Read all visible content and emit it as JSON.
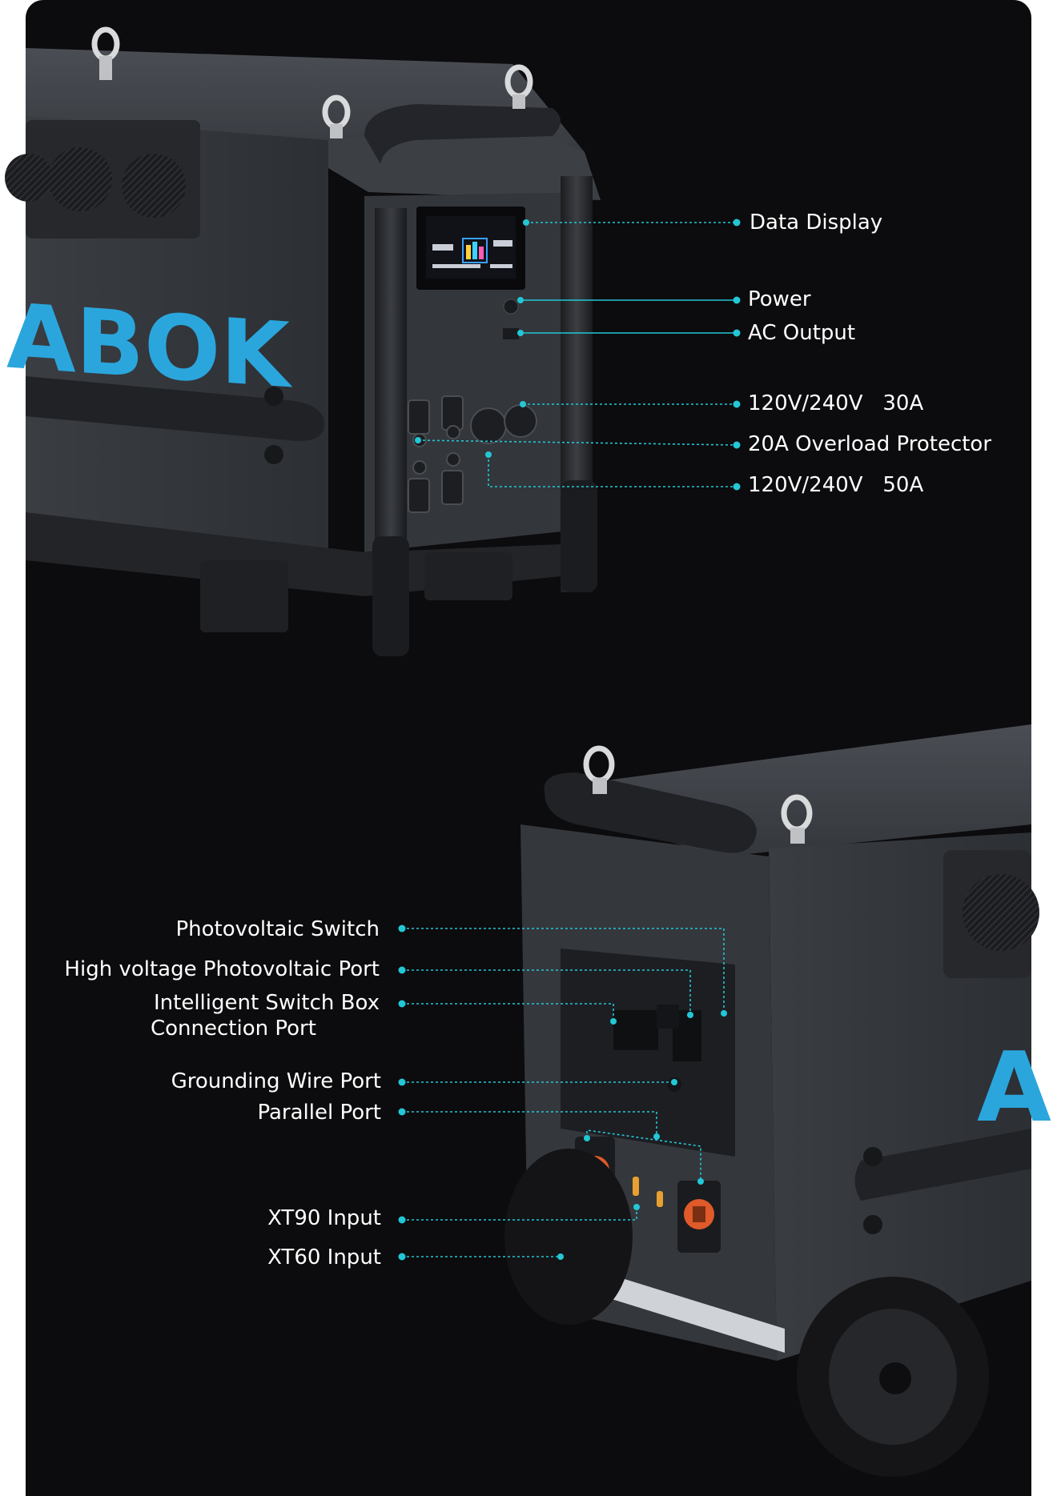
{
  "brand": {
    "logo_text_top": "ABOK",
    "logo_text_bottom": "A",
    "accent_color": "#2aa6dd"
  },
  "callout_color": "#23c7d6",
  "top_callouts": [
    {
      "text": "Data Display"
    },
    {
      "text": "Power"
    },
    {
      "text": "AC Output"
    },
    {
      "text": "120V/240V   30A"
    },
    {
      "text": "20A Overload Protector"
    },
    {
      "text": "120V/240V   50A"
    }
  ],
  "bottom_callouts": [
    {
      "text": "Photovoltaic Switch"
    },
    {
      "text": "High voltage Photovoltaic Port"
    },
    {
      "text": "Intelligent Switch Box"
    },
    {
      "text": "Connection Port"
    },
    {
      "text": "Grounding Wire Port"
    },
    {
      "text": "Parallel Port"
    },
    {
      "text": "XT90 Input"
    },
    {
      "text": "XT60 Input"
    }
  ]
}
